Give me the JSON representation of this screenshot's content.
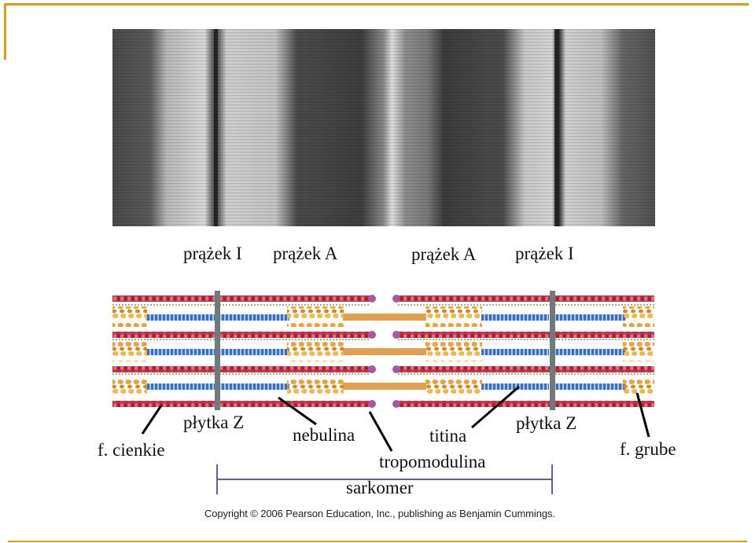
{
  "accent_color": "#d4a017",
  "band_labels": {
    "i_left": "prążek I",
    "a_left": "prążek A",
    "a_right": "prążek A",
    "i_right": "prążek I"
  },
  "annotations": {
    "thin_filaments": "f. cienkie",
    "z_disc_left": "płytka Z",
    "nebulin": "nebulina",
    "titin": "titina",
    "tropomodulin": "tropomodulina",
    "z_disc_right": "płytka Z",
    "thick_filaments": "f. grube",
    "sarcomere": "sarkomer"
  },
  "copyright": "Copyright © 2006 Pearson Education, Inc., publishing as Benjamin Cummings."
}
